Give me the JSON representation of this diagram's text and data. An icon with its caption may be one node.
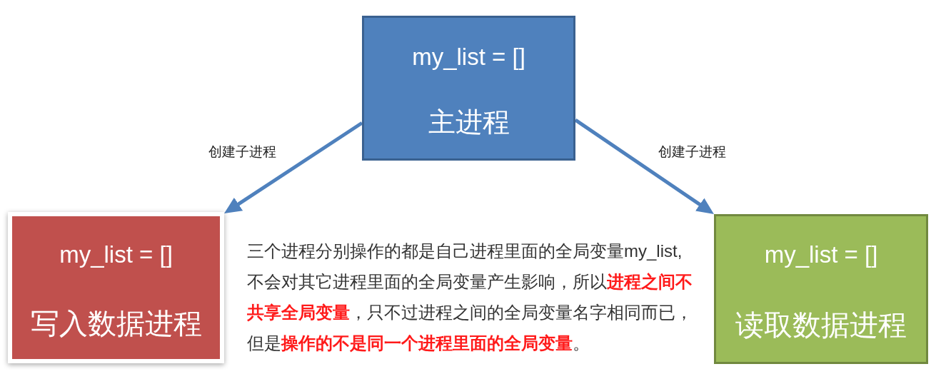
{
  "diagram": {
    "nodes": [
      {
        "text": [
          "my_list = []",
          "主进程"
        ]
      },
      {
        "text": [
          "my_list = []",
          "写入数据进程"
        ]
      },
      {
        "text": [
          "my_list = []",
          "读取数据进程"
        ]
      }
    ],
    "edges": [
      {
        "from": 0,
        "to": 1,
        "arrow": "to",
        "label": "创建子进程"
      },
      {
        "from": 0,
        "to": 2,
        "arrow": "to",
        "label": "创建子进程"
      }
    ],
    "labels": [
      "三个进程分别操作的都是自己进程里面的全局变量my_list,不会对其它进程里面的全局变量产生影响，所以**进程之间不共享全局变量**，只不过进程之间的全局变量名字相同而已，但是**操作的不是同一个进程里面的全局变量**。"
    ]
  }
}
